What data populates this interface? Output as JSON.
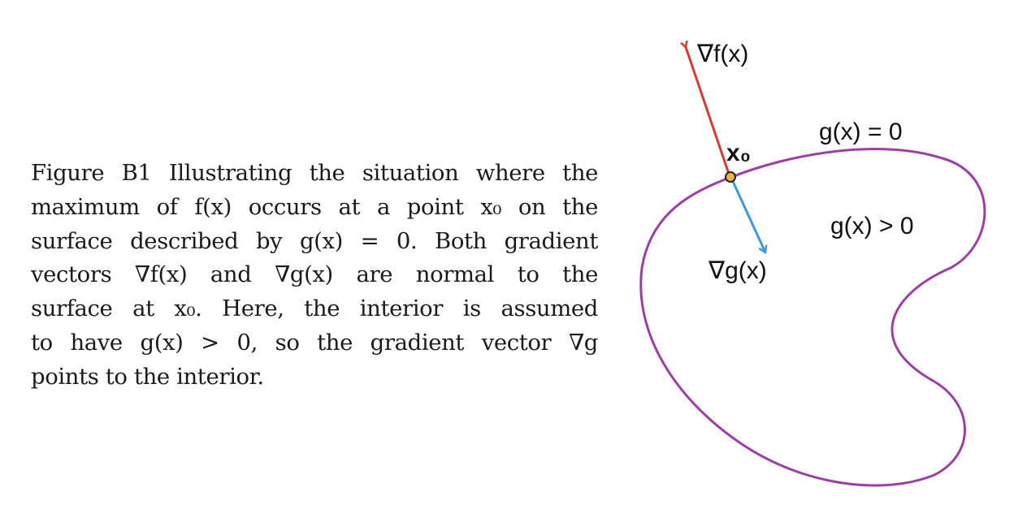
{
  "caption": {
    "lines": [
      "Figure B1 Illustrating the situation where the",
      "maximum of f(x) occurs at a point x₀ on the",
      "surface described by g(x) = 0. Both gradient",
      "vectors ∇f(x) and ∇g(x) are normal to the",
      "surface at x₀. Here, the interior is assumed",
      "to have g(x) > 0, so the gradient vector ∇g",
      "points to the interior."
    ]
  },
  "figure": {
    "labels": {
      "grad_f": "∇f(x)",
      "grad_g": "∇g(x)",
      "point": "x₀",
      "surface": "g(x) = 0",
      "interior": "g(x) > 0"
    },
    "colors": {
      "curve": "#9b3fa3",
      "grad_f_arrow": "#d63a32",
      "grad_g_arrow": "#3a9ad9",
      "point_fill": "#f2b43c",
      "point_stroke": "#222222"
    }
  }
}
